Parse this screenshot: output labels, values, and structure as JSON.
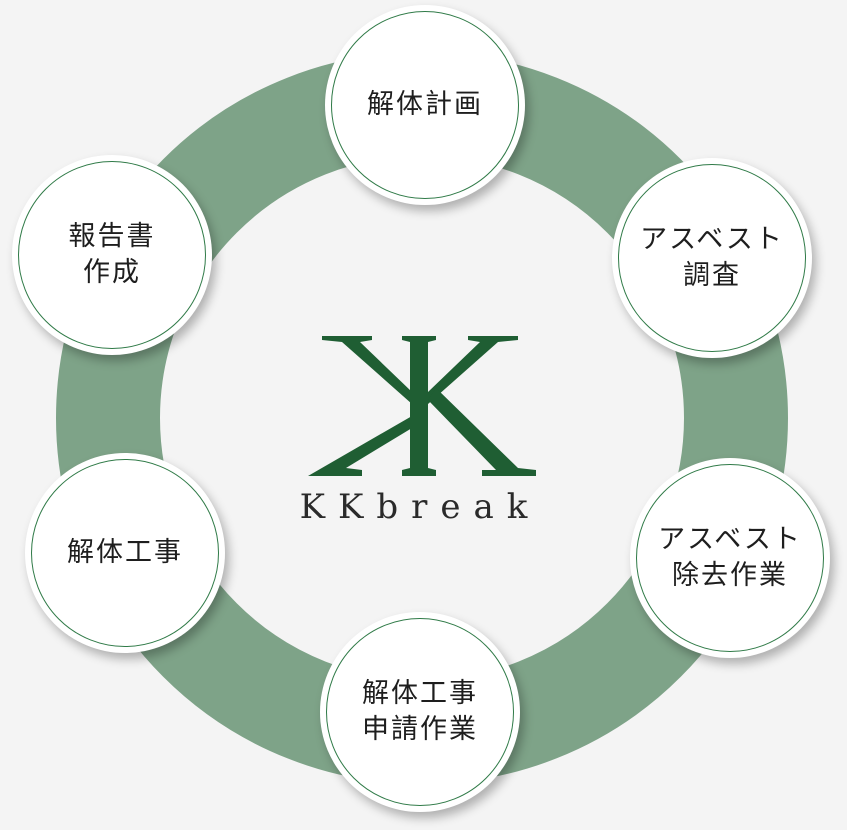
{
  "colors": {
    "background": "#f4f4f4",
    "ring": "#7ea388",
    "logo_green": "#1f5e33",
    "node_border": "#2f7a47"
  },
  "logo": {
    "icon": "kk-monogram-logo",
    "text": "KKbreak"
  },
  "cycle_steps": [
    {
      "lines": [
        "解体計画"
      ]
    },
    {
      "lines": [
        "アスベスト",
        "調査"
      ]
    },
    {
      "lines": [
        "アスベスト",
        "除去作業"
      ]
    },
    {
      "lines": [
        "解体工事",
        "申請作業"
      ]
    },
    {
      "lines": [
        "解体工事"
      ]
    },
    {
      "lines": [
        "報告書",
        "作成"
      ]
    }
  ]
}
